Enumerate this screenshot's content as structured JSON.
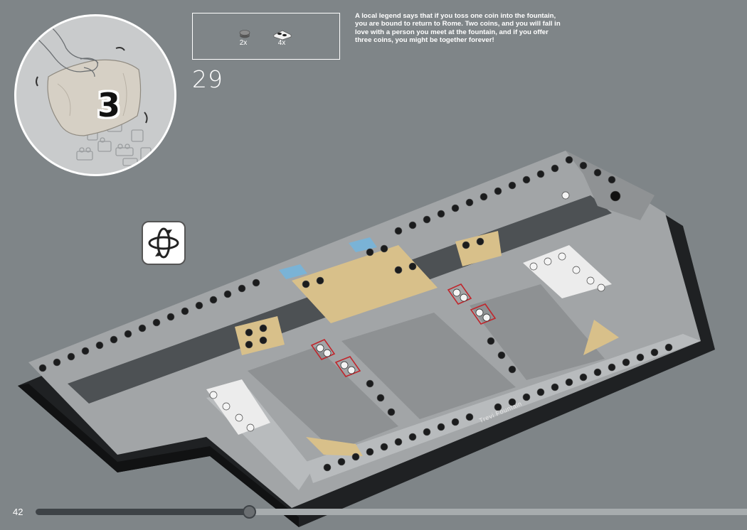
{
  "bag": {
    "number": "3",
    "icon": "open-bag-icon"
  },
  "parts": [
    {
      "qty": "2x",
      "icon": "round-tile-dark-grey-icon"
    },
    {
      "qty": "4x",
      "icon": "plate-1x2-white-icon"
    }
  ],
  "step": {
    "number": "29"
  },
  "legend_text": "A local legend says that if you toss one coin into the fountain, you are bound to return to Rome. Two coins, and you will fall in love with a person you meet at the fountain, and if you offer three coins, you might be together forever!",
  "rotate_icon": "rotate-model-icon",
  "model": {
    "label": "Trevi Fountain"
  },
  "page": {
    "number": "42",
    "progress": 0.3
  },
  "colors": {
    "background": "#7f8588",
    "highlight": "#c0262c",
    "tan": "#d8c08a",
    "medium_blue": "#7ab3d6"
  }
}
